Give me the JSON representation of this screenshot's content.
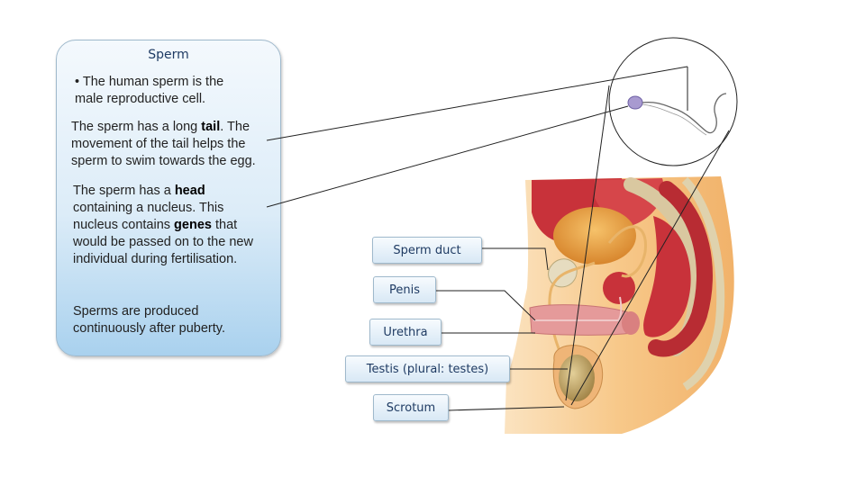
{
  "info": {
    "title": "Sperm",
    "p1": "• The human sperm is the male reproductive cell.",
    "p2": {
      "a": "The sperm has a long ",
      "b": "tail",
      "c": ". The movement of the tail helps the sperm to swim towards the egg."
    },
    "p3": {
      "a": "The sperm has a ",
      "b": "head",
      "c": " containing a nucleus. This nucleus contains ",
      "d": "genes",
      "e": " that would be passed on to the new individual during fertilisation."
    },
    "p4": "Sperms are produced continuously after puberty."
  },
  "labels": {
    "sperm_duct": "Sperm duct",
    "penis": "Penis",
    "urethra": "Urethra",
    "testis": "Testis (plural: testes)",
    "scrotum": "Scrotum"
  },
  "colors": {
    "skin": "#f7c889",
    "organ_red": "#c8323a",
    "bladder": "#e89a3b",
    "bone": "#d9c8a0",
    "penis_pink": "#e59a9a",
    "testis": "#b8995a",
    "sperm_head": "#a89ad0"
  }
}
